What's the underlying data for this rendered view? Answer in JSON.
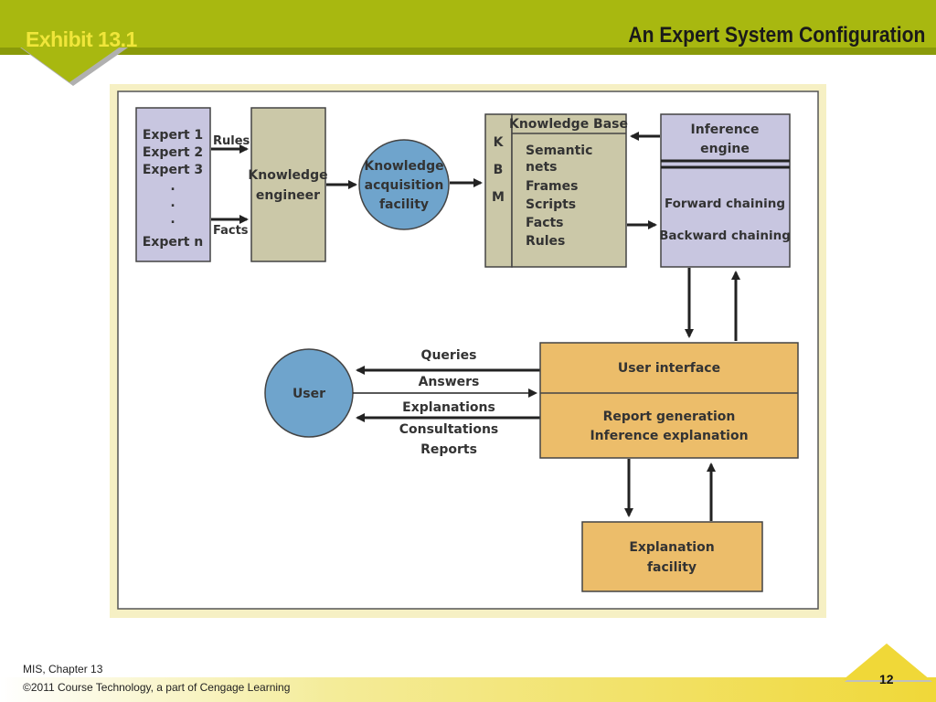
{
  "header": {
    "exhibit": "Exhibit 13.1",
    "title": "An Expert System Configuration"
  },
  "diagram": {
    "experts": {
      "line1": "Expert 1",
      "line2": "Expert 2",
      "line3": "Expert 3",
      "dot": ".",
      "line_n": "Expert n"
    },
    "rules_label": "Rules",
    "facts_label": "Facts",
    "knowledge_engineer": {
      "line1": "Knowledge",
      "line2": "engineer"
    },
    "acquisition": {
      "line1": "Knowledge",
      "line2": "acquisition",
      "line3": "facility"
    },
    "kbm": {
      "k": "K",
      "b": "B",
      "m": "M"
    },
    "knowledge_base": {
      "title": "Knowledge Base",
      "items": [
        "Semantic",
        "nets",
        "Frames",
        "Scripts",
        "Facts",
        "Rules"
      ]
    },
    "inference_engine": {
      "line1": "Inference",
      "line2": "engine",
      "forward": "Forward chaining",
      "backward": "Backward chaining"
    },
    "user": "User",
    "flows": [
      "Queries",
      "Answers",
      "Explanations",
      "Consultations",
      "Reports"
    ],
    "user_interface": {
      "title": "User interface",
      "line1": "Report generation",
      "line2": "Inference explanation"
    },
    "explanation": {
      "line1": "Explanation",
      "line2": "facility"
    }
  },
  "footer": {
    "chapter": "MIS, Chapter 13",
    "copyright": "©2011 Course Technology, a part of Cengage Learning",
    "page": "12"
  },
  "colors": {
    "header_green": "#a8b810",
    "exhibit_yellow": "#f0e63a",
    "expert_lavender": "#c8c6e0",
    "engineer_khaki": "#cbc8a8",
    "circle_blue": "#6fa4cc",
    "box_orange": "#ecbd6a",
    "diagram_bg": "#f6f0c4"
  }
}
